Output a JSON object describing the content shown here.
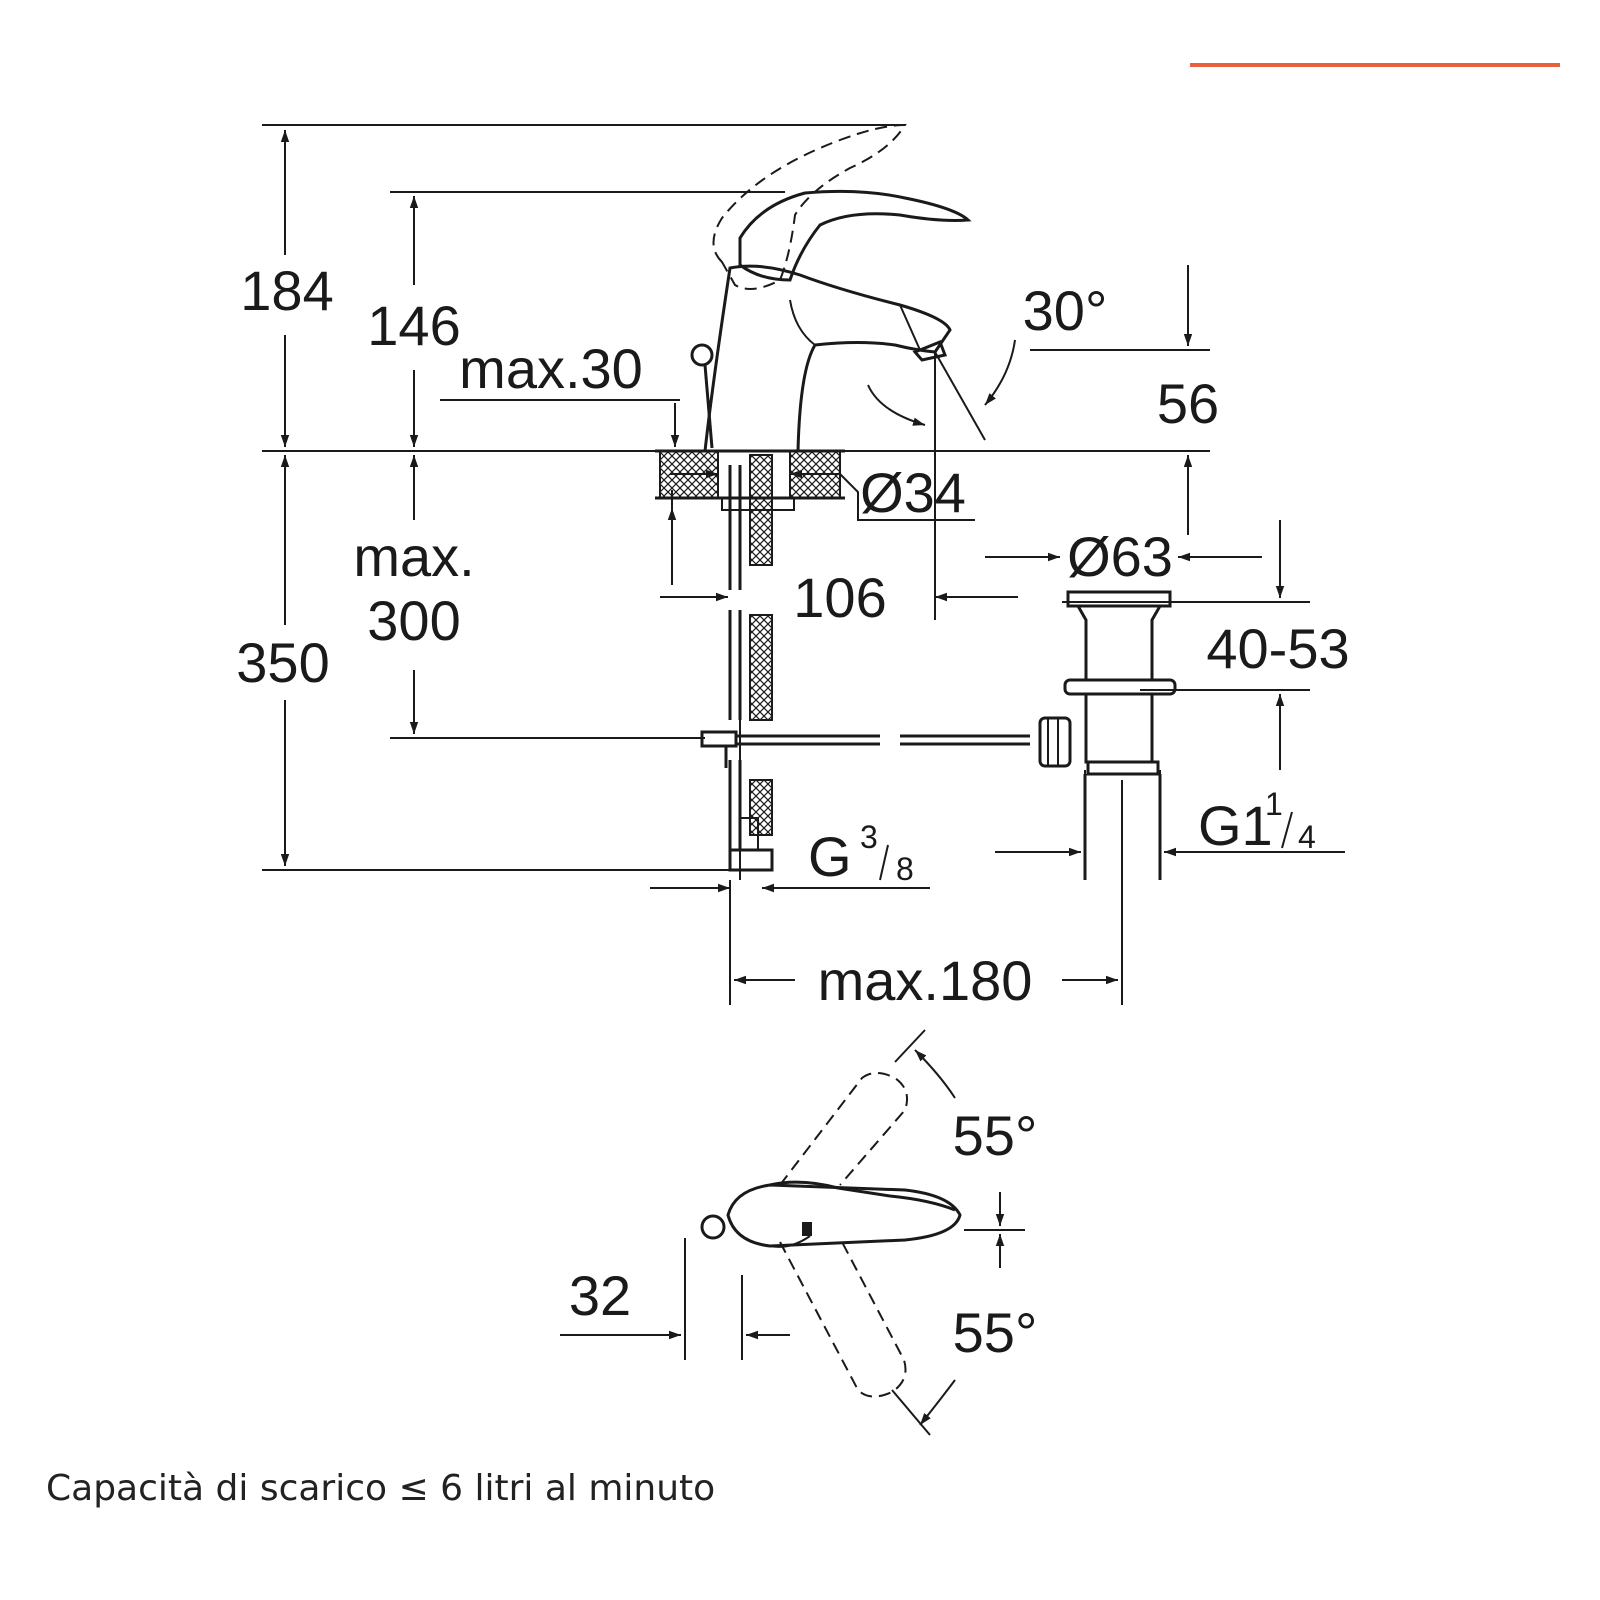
{
  "accent_color": "#e8603c",
  "ink_color": "#1a1a1a",
  "dimensions": {
    "d184": "184",
    "d146": "146",
    "max30": "max.30",
    "d30deg": "30°",
    "d56": "56",
    "dia34": "Ø34",
    "dia63": "Ø63",
    "max_label": "max.",
    "max300": "300",
    "d350": "350",
    "d106": "106",
    "d40_53": "40-53",
    "g38_main": "G",
    "g38_num": "3",
    "g38_den": "8",
    "g114_main": "G1",
    "g114_num": "1",
    "g114_den": "4",
    "max180": "max.180",
    "d55_top": "55°",
    "d55_bottom": "55°",
    "d32": "32"
  },
  "caption": "Capacità di scarico ≤ 6 litri al minuto"
}
